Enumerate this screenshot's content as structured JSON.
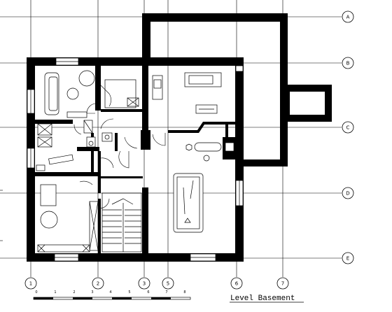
{
  "drawing": {
    "title": "Level Basement",
    "grid_rows": [
      "A",
      "B",
      "C",
      "D",
      "E"
    ],
    "grid_cols": [
      "1",
      "2",
      "3",
      "5",
      "6",
      "7"
    ],
    "scale_labels": [
      "0",
      "1",
      "2",
      "3",
      "4",
      "5",
      "6",
      "7",
      "8"
    ]
  }
}
